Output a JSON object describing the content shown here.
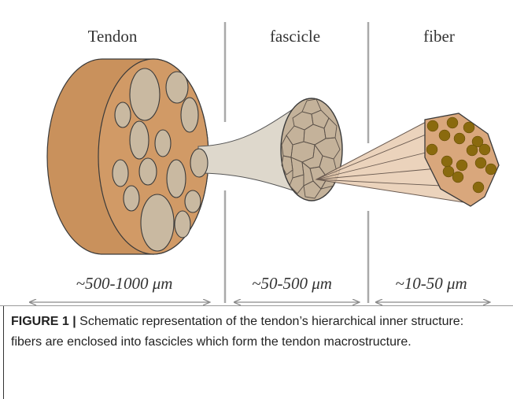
{
  "diagram": {
    "labels": {
      "tendon": "Tendon",
      "fascicle": "fascicle",
      "fiber": "fiber"
    },
    "scales": {
      "tendon": "~500-1000 μm",
      "fascicle": "~50-500 μm",
      "fiber": "~10-50 μm"
    },
    "colors": {
      "tendon_body": "#c9915c",
      "tendon_face": "#d19a66",
      "fascicle_circle": "#c9b9a1",
      "fascicle_face": "#c4b29a",
      "cone": "#ded8cc",
      "fiber_body": "#d9a77c",
      "fiber_dot": "#8a6a0e",
      "outline": "#3a3a3a",
      "divider": "#a9a9a9",
      "arrow": "#8a8a8a"
    }
  },
  "caption": {
    "label": "FIGURE 1 |",
    "text": " Schematic representation of the tendon’s hierarchical inner structure: fibers are enclosed into fascicles which form the tendon macrostructure."
  }
}
